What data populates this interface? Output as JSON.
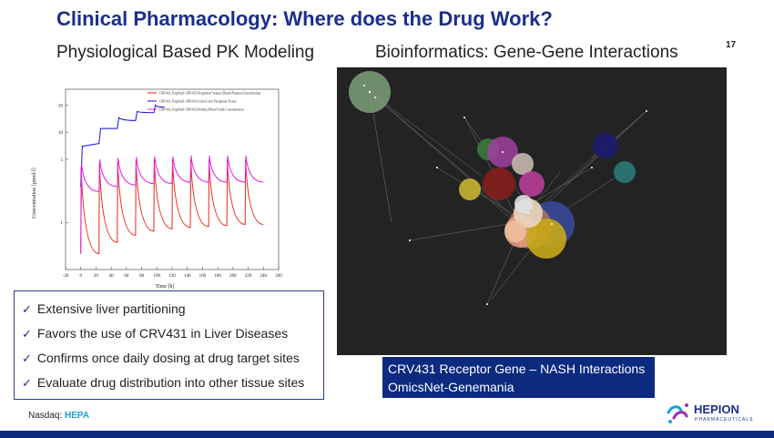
{
  "slide": {
    "title": "Clinical Pharmacology: Where does the Drug Work?",
    "subtitle_left": "Physiological Based PK Modeling",
    "subtitle_right": "Bioinformatics: Gene-Gene Interactions",
    "page_number": "17"
  },
  "bullets": [
    "Extensive liver partitioning",
    "Favors the use of CRV431 in Liver Diseases",
    "Confirms once daily dosing at drug target sites",
    "Evaluate drug distribution into other tissue sites"
  ],
  "caption": {
    "line1": "CRV431 Receptor Gene – NASH Interactions",
    "line2": "OmicsNet-Genemania"
  },
  "footer": {
    "nasdaq_label": "Nasdaq:",
    "ticker": "HEPA",
    "logo_name": "HEPION",
    "logo_sub": "PHARMACEUTICALS"
  },
  "colors": {
    "title": "#1b2f8a",
    "accent": "#0b2a80",
    "series_red": "#e8261f",
    "series_blue": "#1010e0",
    "series_magenta": "#e020e0"
  },
  "chart_data": {
    "type": "line",
    "xlabel": "Time [h]",
    "ylabel": "Concentration [µmol/l]",
    "xlim": [
      -20,
      260
    ],
    "ylim": [
      0.3,
      30
    ],
    "yscale": "log",
    "xticks": [
      -20,
      0,
      20,
      40,
      60,
      80,
      100,
      120,
      140,
      160,
      180,
      200,
      220,
      240,
      260
    ],
    "yticks": [
      1,
      5,
      10,
      20
    ],
    "legend_position": "top-right",
    "series": [
      {
        "name": "CRV431_PopSim1-CRV431-Peripheral Venous Blood-Plasma-Concentration",
        "color": "#e8261f",
        "x": [
          0,
          0.5,
          24,
          24.5,
          48,
          48.5,
          72,
          72.5,
          96,
          96.5,
          120,
          120.5,
          144,
          144.5,
          168,
          168.5,
          192,
          192.5,
          216,
          216.5,
          240
        ],
        "y": [
          0.45,
          4.2,
          0.45,
          4.6,
          0.6,
          4.8,
          0.72,
          4.9,
          0.8,
          5.0,
          0.85,
          5.0,
          0.88,
          5.0,
          0.9,
          5.0,
          0.92,
          5.0,
          0.95,
          5.0,
          0.95
        ]
      },
      {
        "name": "CRV431_PopSim1-CRV431-Liver-Liver Periportal-Tissue",
        "color": "#1010e0",
        "x": [
          0,
          2,
          24,
          26,
          48,
          50,
          72,
          74,
          96,
          98,
          110
        ],
        "y": [
          2.5,
          7.0,
          7.5,
          11.0,
          11.0,
          14.5,
          13.5,
          17.0,
          16.5,
          20.0,
          19.0
        ]
      },
      {
        "name": "CRV431_PopSim1-CRV431-Kidney-Blood Cells-Concentration",
        "color": "#e020e0",
        "x": [
          0,
          1,
          24,
          25,
          48,
          49,
          72,
          73,
          96,
          97,
          120,
          121,
          144,
          145,
          168,
          169,
          192,
          193,
          216,
          217,
          240
        ],
        "y": [
          0.45,
          4.5,
          2.2,
          5.0,
          2.5,
          5.2,
          2.6,
          5.3,
          2.7,
          5.4,
          2.7,
          5.4,
          2.8,
          5.5,
          2.8,
          5.5,
          2.8,
          5.5,
          2.8,
          5.5,
          2.8
        ]
      }
    ]
  }
}
